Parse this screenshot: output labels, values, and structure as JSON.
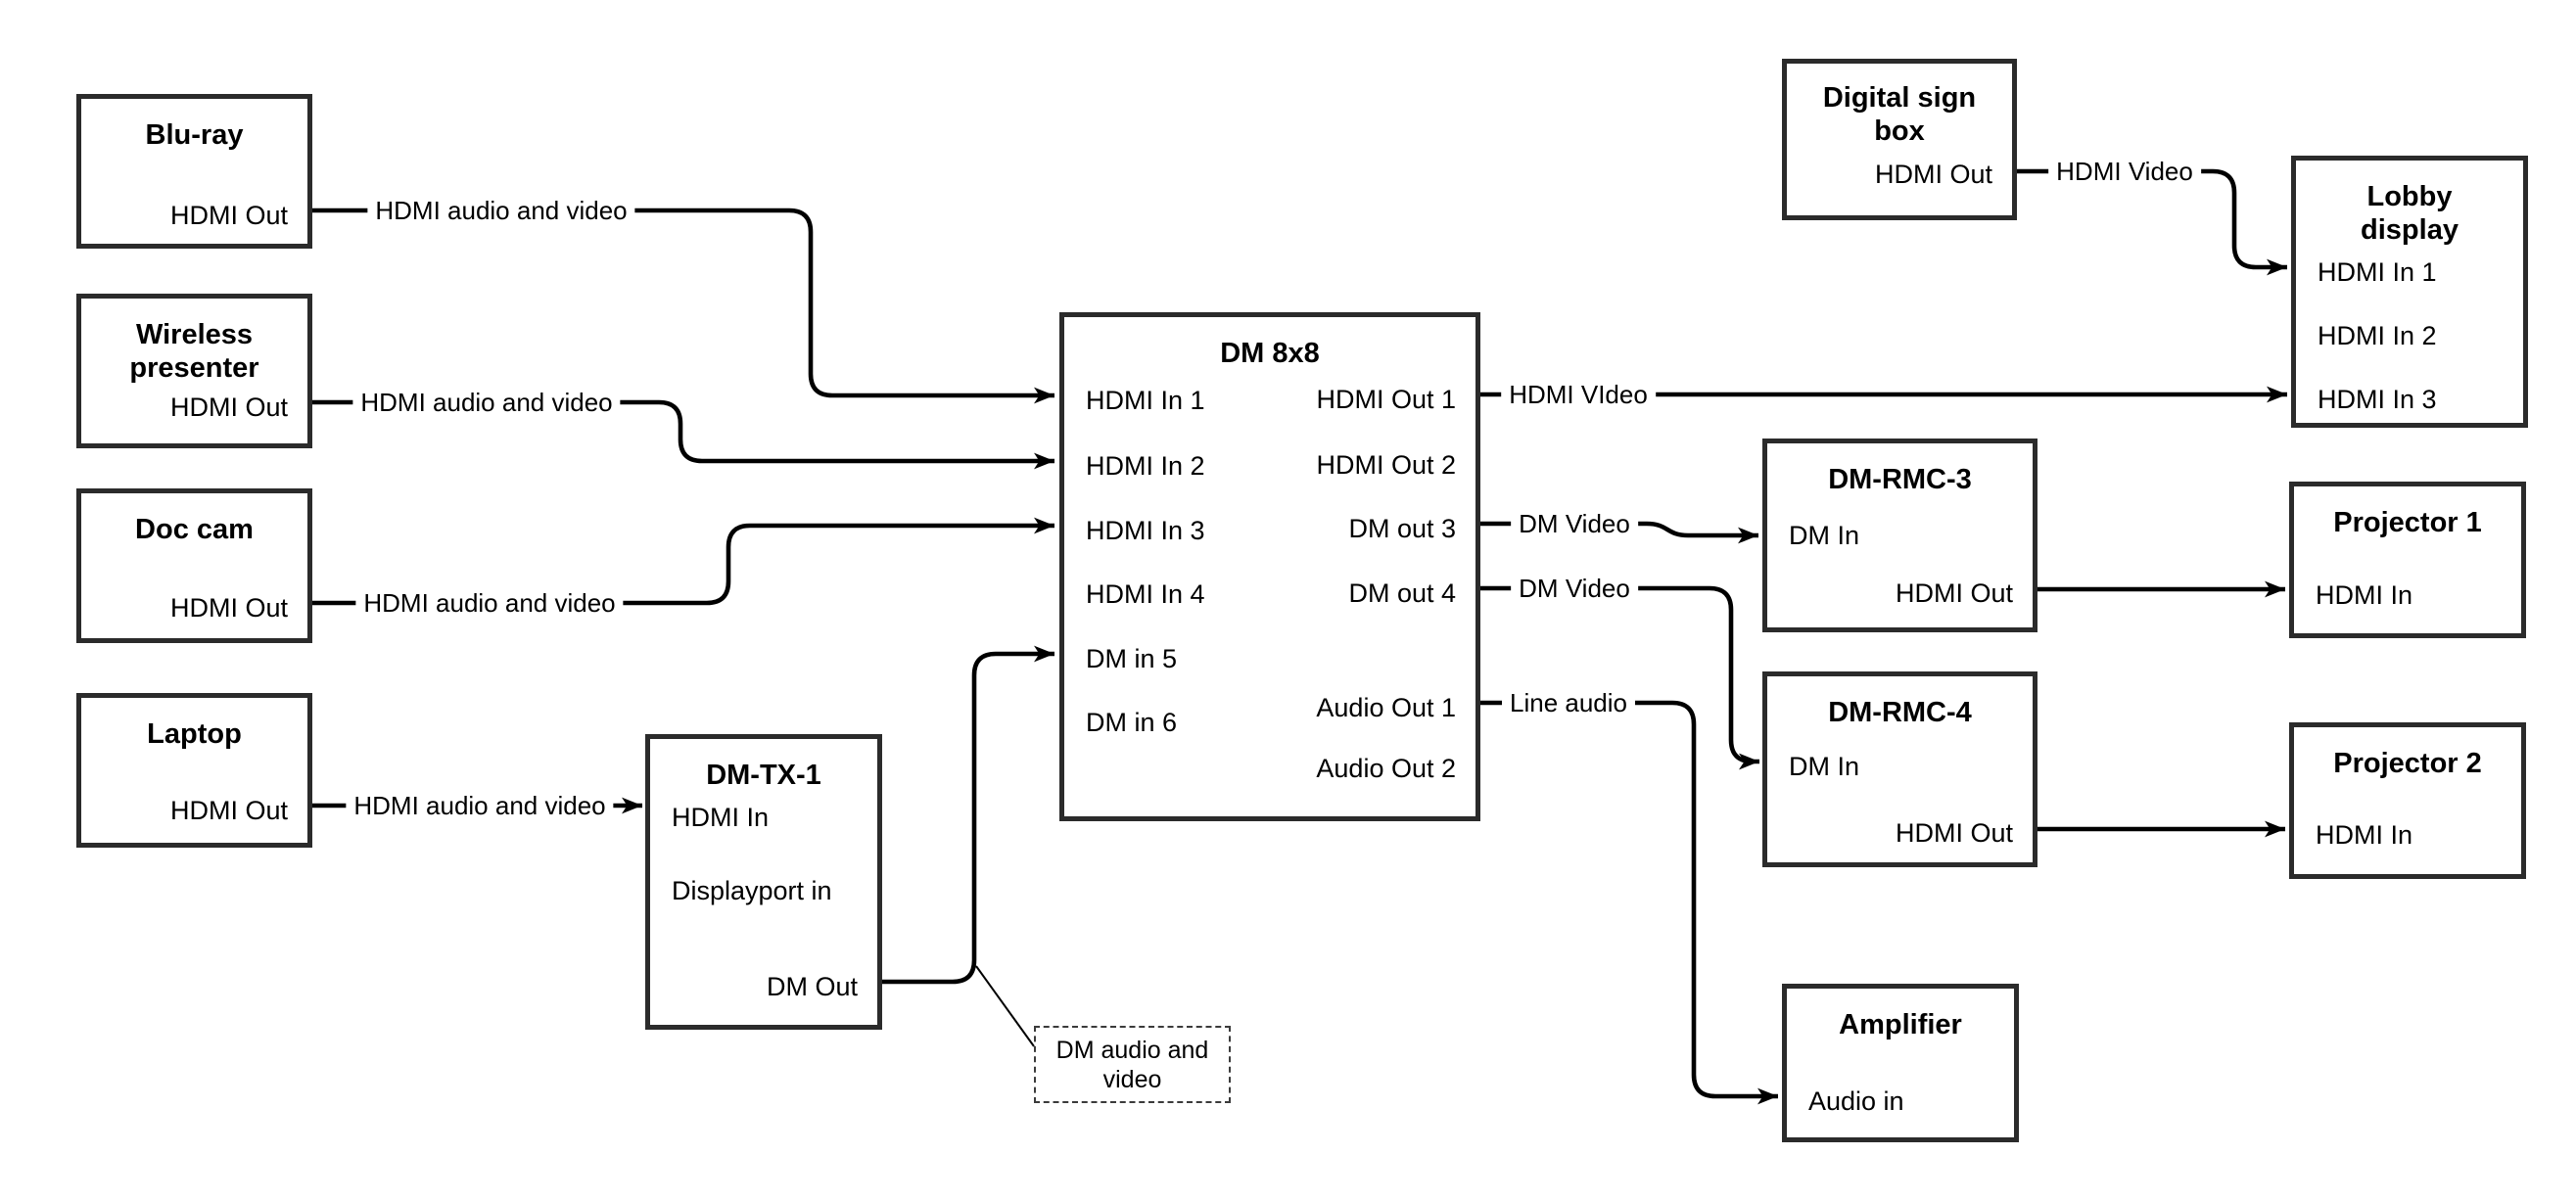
{
  "nodes": {
    "bluray": {
      "title": "Blu-ray",
      "ports": {
        "out": "HDMI Out"
      }
    },
    "wireless": {
      "title": "Wireless presenter",
      "ports": {
        "out": "HDMI Out"
      }
    },
    "doccam": {
      "title": "Doc cam",
      "ports": {
        "out": "HDMI Out"
      }
    },
    "laptop": {
      "title": "Laptop",
      "ports": {
        "out": "HDMI Out"
      }
    },
    "dmtx1": {
      "title": "DM-TX-1",
      "ports": {
        "hdmi_in": "HDMI In",
        "dp_in": "Displayport in",
        "dm_out": "DM Out"
      }
    },
    "dm8x8": {
      "title": "DM 8x8",
      "ports": {
        "in1": "HDMI In 1",
        "in2": "HDMI In 2",
        "in3": "HDMI In 3",
        "in4": "HDMI In 4",
        "in5": "DM in 5",
        "in6": "DM in 6",
        "out1": "HDMI Out 1",
        "out2": "HDMI Out 2",
        "out3": "DM out 3",
        "out4": "DM out 4",
        "aout1": "Audio Out 1",
        "aout2": "Audio Out 2"
      }
    },
    "digitalsign": {
      "title": "Digital sign box",
      "ports": {
        "out": "HDMI Out"
      }
    },
    "lobby": {
      "title": "Lobby display",
      "ports": {
        "in1": "HDMI In 1",
        "in2": "HDMI In 2",
        "in3": "HDMI In 3"
      }
    },
    "dmrmc3": {
      "title": "DM-RMC-3",
      "ports": {
        "dm_in": "DM In",
        "hdmi_out": "HDMI Out"
      }
    },
    "proj1": {
      "title": "Projector 1",
      "ports": {
        "in": "HDMI In"
      }
    },
    "dmrmc4": {
      "title": "DM-RMC-4",
      "ports": {
        "dm_in": "DM In",
        "hdmi_out": "HDMI Out"
      }
    },
    "proj2": {
      "title": "Projector 2",
      "ports": {
        "in": "HDMI In"
      }
    },
    "amp": {
      "title": "Amplifier",
      "ports": {
        "in": "Audio in"
      }
    }
  },
  "edge_labels": {
    "bluray_av": "HDMI audio and video",
    "wireless_av": "HDMI audio and video",
    "doccam_av": "HDMI audio and video",
    "laptop_av": "HDMI audio and video",
    "out1_video": "HDMI VIdeo",
    "sign_video": "HDMI Video",
    "out3_dm": "DM Video",
    "out4_dm": "DM Video",
    "audio1_line": "Line audio",
    "callout": "DM audio and video"
  },
  "colors": {
    "line": "#000000",
    "border": "#2b2b2b",
    "background": "#ffffff"
  }
}
